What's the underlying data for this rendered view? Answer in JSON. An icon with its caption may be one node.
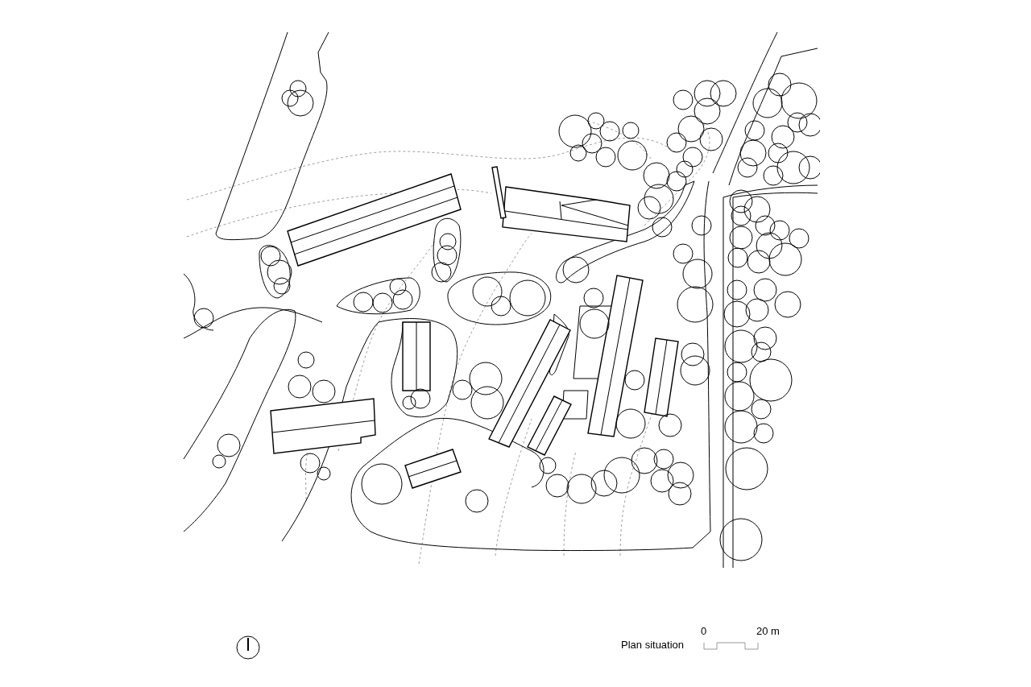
{
  "diagram": {
    "caption": "Plan situation",
    "labels": [
      "0",
      "20 m"
    ]
  }
}
